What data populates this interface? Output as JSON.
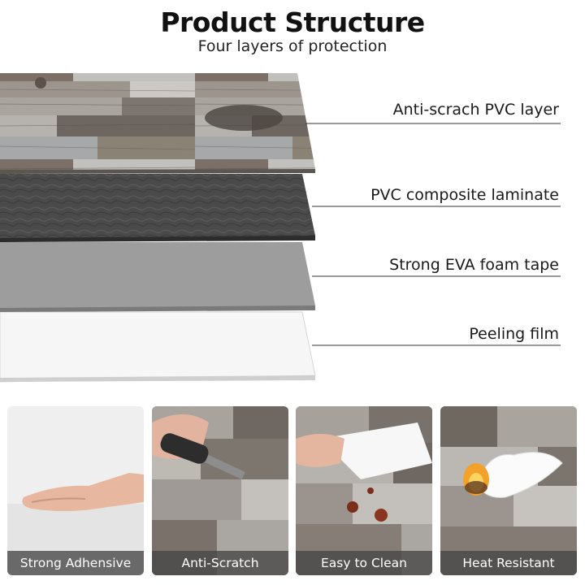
{
  "header": {
    "title": "Product Structure",
    "subtitle": "Four layers of protection"
  },
  "layers": [
    {
      "label": "Anti-scrach PVC layer",
      "color": "#8a8580"
    },
    {
      "label": "PVC composite laminate",
      "color": "#4a4a4a"
    },
    {
      "label": "Strong EVA foam tape",
      "color": "#9b9b9b"
    },
    {
      "label": "Peeling film",
      "color": "#f4f4f4"
    }
  ],
  "features": [
    {
      "label": "Strong Adhensive",
      "icon": "hand-pressing-icon"
    },
    {
      "label": "Anti-Scratch",
      "icon": "utility-knife-icon"
    },
    {
      "label": "Easy to Clean",
      "icon": "paper-towel-icon"
    },
    {
      "label": "Heat Resistant",
      "icon": "flame-icon"
    }
  ]
}
